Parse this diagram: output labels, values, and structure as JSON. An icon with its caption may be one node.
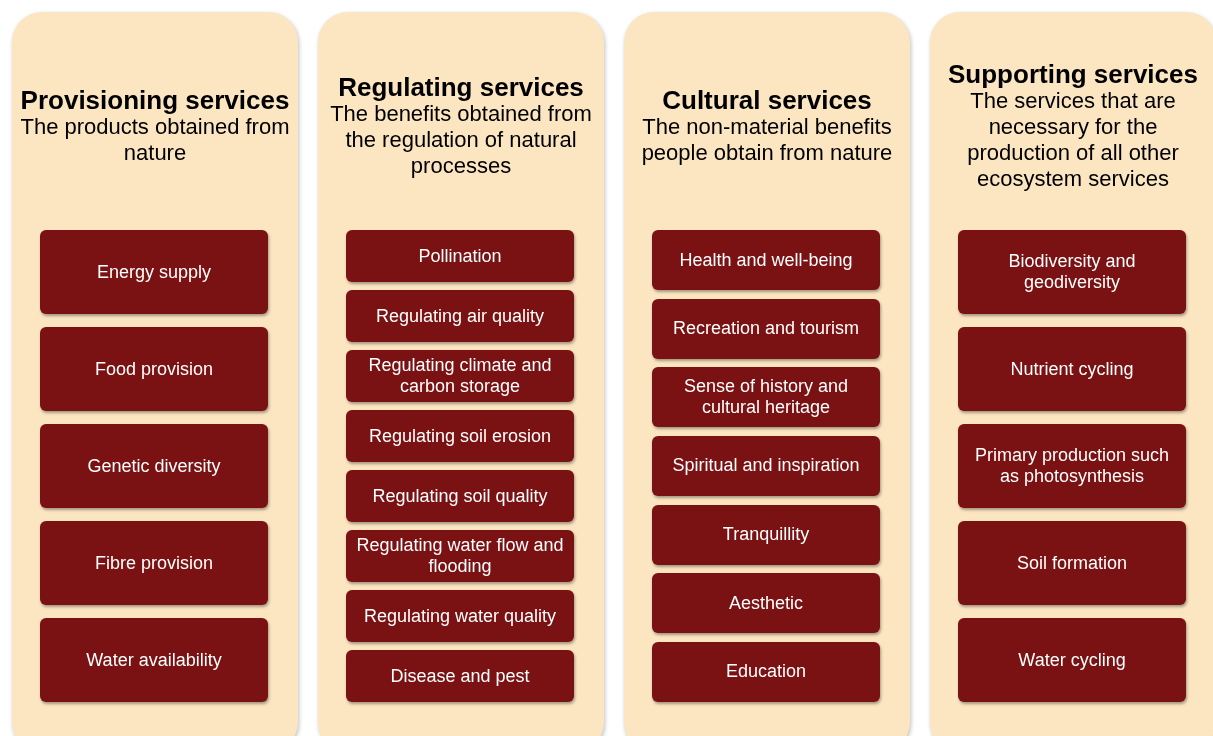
{
  "diagram": {
    "nodes": [
      {
        "text": [
          "Provisioning services",
          "The products obtained from nature"
        ]
      },
      {
        "text": [
          "Energy supply"
        ],
        "in": 0
      },
      {
        "text": [
          "Food provision"
        ],
        "in": 0
      },
      {
        "text": [
          "Genetic diversity"
        ],
        "in": 0
      },
      {
        "text": [
          "Fibre provision"
        ],
        "in": 0
      },
      {
        "text": [
          "Water availability"
        ],
        "in": 0
      },
      {
        "text": [
          "Regulating services",
          "The benefits obtained from the regulation of natural processes"
        ]
      },
      {
        "text": [
          "Pollination"
        ],
        "in": 6
      },
      {
        "text": [
          "Regulating air quality"
        ],
        "in": 6
      },
      {
        "text": [
          "Regulating climate and carbon storage"
        ],
        "in": 6
      },
      {
        "text": [
          "Regulating soil erosion"
        ],
        "in": 6
      },
      {
        "text": [
          "Regulating soil quality"
        ],
        "in": 6
      },
      {
        "text": [
          "Regulating water flow and flooding"
        ],
        "in": 6
      },
      {
        "text": [
          "Regulating water quality"
        ],
        "in": 6
      },
      {
        "text": [
          "Disease and pest"
        ],
        "in": 6
      },
      {
        "text": [
          "Cultural services",
          "The non-material benefits people obtain from nature"
        ]
      },
      {
        "text": [
          "Health and well-being"
        ],
        "in": 15
      },
      {
        "text": [
          "Recreation and tourism"
        ],
        "in": 15
      },
      {
        "text": [
          "Sense of history and cultural heritage"
        ],
        "in": 15
      },
      {
        "text": [
          "Spiritual and inspiration"
        ],
        "in": 15
      },
      {
        "text": [
          "Tranquillity"
        ],
        "in": 15
      },
      {
        "text": [
          "Aesthetic"
        ],
        "in": 15
      },
      {
        "text": [
          "Education"
        ],
        "in": 15
      },
      {
        "text": [
          "Supporting services",
          "The services that are necessary for the production of all other ecosystem services"
        ]
      },
      {
        "text": [
          "Biodiversity and geodiversity"
        ],
        "in": 23
      },
      {
        "text": [
          "Nutrient cycling"
        ],
        "in": 23
      },
      {
        "text": [
          "Primary production such as photosynthesis"
        ],
        "in": 23
      },
      {
        "text": [
          "Soil formation"
        ],
        "in": 23
      },
      {
        "text": [
          "Water cycling"
        ],
        "in": 23
      }
    ]
  }
}
